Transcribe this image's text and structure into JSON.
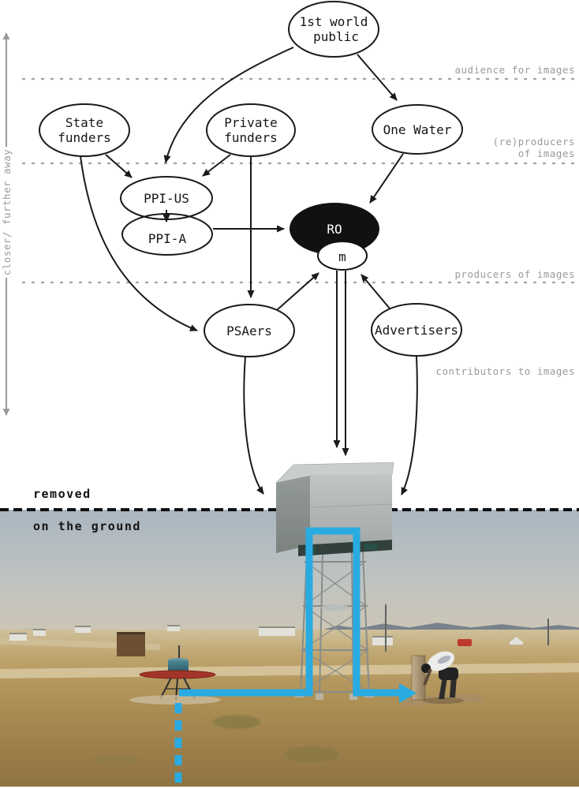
{
  "diagram": {
    "nodes": {
      "first_world_public": {
        "line1": "1st world",
        "line2": "public"
      },
      "state_funders": {
        "line1": "State",
        "line2": "funders"
      },
      "private_funders": {
        "line1": "Private",
        "line2": "funders"
      },
      "one_water": {
        "label": "One Water"
      },
      "ppi_us": {
        "label": "PPI-US"
      },
      "ppi_a": {
        "label": "PPI-A"
      },
      "ro": {
        "label": "RO"
      },
      "m": {
        "label": "m"
      },
      "psaers": {
        "label": "PSAers"
      },
      "advertisers": {
        "label": "Advertisers"
      }
    },
    "layer_labels": {
      "audience": "audience for images",
      "reproducers_line1": "(re)producers",
      "reproducers_line2": "of images",
      "producers": "producers of images",
      "contributors": "contributors to images"
    },
    "axis_label": "closer/ further away",
    "colors": {
      "line": "#1a1a1a",
      "gray": "#9a9a9a",
      "ro_fill": "#111111",
      "node_fill": "#ffffff"
    }
  },
  "divider": {
    "above_label": "removed",
    "below_label": "on the ground"
  },
  "photo": {
    "overlay_color": "#29abe2",
    "icons": {
      "water_tower": "water-tower",
      "borehole_pump": "borehole-pump",
      "standpipe_tap": "standpipe-tap",
      "person": "person-bending-at-tap",
      "pipe_flow_arrow": "pipe-flow-arrow",
      "underground_pipe": "underground-dashed-pipe"
    }
  }
}
